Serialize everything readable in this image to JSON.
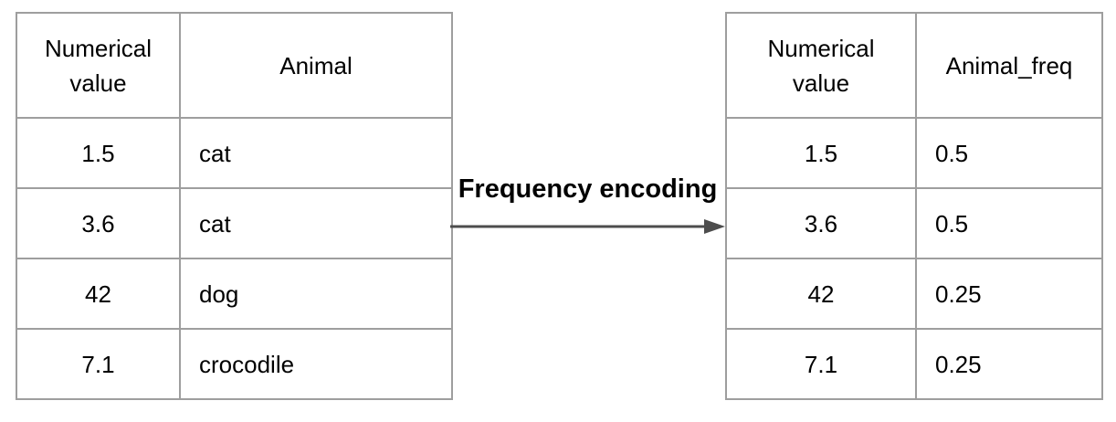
{
  "diagram": {
    "arrow_label": "Frequency encoding",
    "arrow_icon": "right-arrow",
    "colors": {
      "background": "#ffffff",
      "table_border": "#9e9e9e",
      "text": "#000000",
      "arrow": "#4d4d4d"
    }
  },
  "left_table": {
    "headers": [
      "Numerical value",
      "Animal"
    ],
    "rows": [
      [
        "1.5",
        "cat"
      ],
      [
        "3.6",
        "cat"
      ],
      [
        "42",
        "dog"
      ],
      [
        "7.1",
        "crocodile"
      ]
    ]
  },
  "right_table": {
    "headers": [
      "Numerical value",
      "Animal_freq"
    ],
    "rows": [
      [
        "1.5",
        "0.5"
      ],
      [
        "3.6",
        "0.5"
      ],
      [
        "42",
        "0.25"
      ],
      [
        "7.1",
        "0.25"
      ]
    ]
  }
}
